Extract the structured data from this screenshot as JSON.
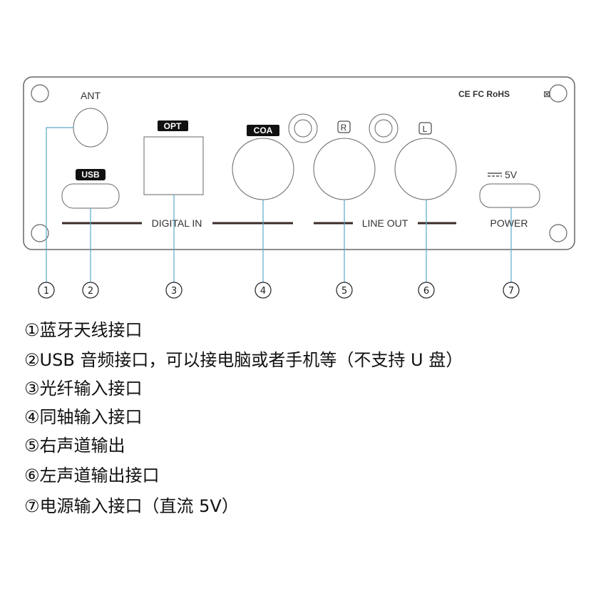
{
  "panel": {
    "ant_label": "ANT",
    "opt_label": "OPT",
    "coa_label": "COA",
    "r_label": "R",
    "l_label": "L",
    "usb_label": "USB",
    "power_voltage_label": "5V",
    "power_label": "POWER",
    "digital_in_label": "DIGITAL IN",
    "line_out_label": "LINE OUT",
    "cert_marks": "CE FC RoHS"
  },
  "callouts": [
    "1",
    "2",
    "3",
    "4",
    "5",
    "6",
    "7"
  ],
  "captions": [
    "①蓝牙天线接口",
    "②USB 音频接口，可以接电脑或者手机等（不支持 U 盘）",
    "③光纤输入接口",
    "④同轴输入接口",
    "⑤右声道输出",
    "⑥左声道输出接口",
    "⑦电源输入接口（直流 5V）"
  ],
  "colors": {
    "leader": "#5aa9c8",
    "outline": "#555555",
    "bar": "#3a2a28"
  }
}
